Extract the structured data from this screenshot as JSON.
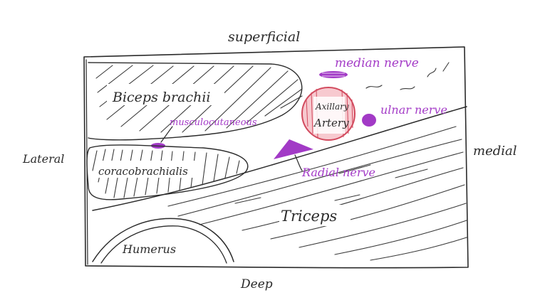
{
  "orientation": {
    "top": "superficial",
    "bottom": "Deep",
    "left": "Lateral",
    "right": "medial"
  },
  "muscles": {
    "biceps": "Biceps brachii",
    "coracobrachialis": "coracobrachialis",
    "triceps": "Triceps"
  },
  "bone": {
    "humerus": "Humerus"
  },
  "artery": {
    "line1": "Axillary",
    "line2": "Artery"
  },
  "nerves": {
    "median": "median nerve",
    "ulnar": "ulnar nerve",
    "musculocutaneous": "musculocutaneous",
    "radial": "Radial nerve"
  },
  "colors": {
    "ink": "#2b2b2b",
    "nerve_purple": "#a23ac6",
    "artery_red": "#d24a5e",
    "artery_fill": "#f7c9cf"
  }
}
